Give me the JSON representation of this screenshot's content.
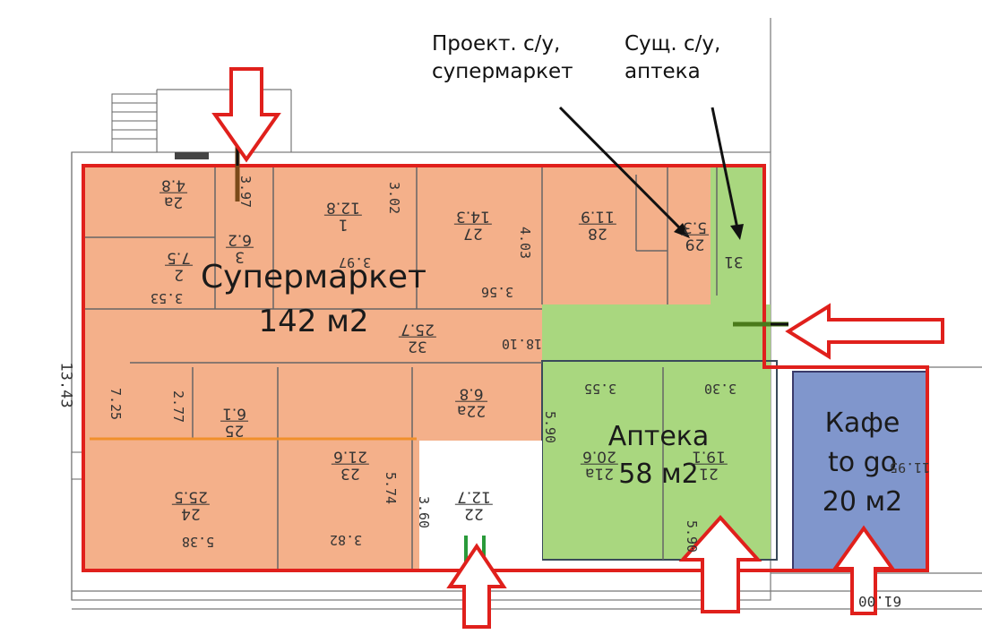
{
  "annotations": {
    "proposed_wc": "Проект. с/у,",
    "proposed_wc_line2": "супермаркет",
    "existing_wc": "Сущ. с/у,",
    "existing_wc_line2": "аптека"
  },
  "zones": {
    "supermarket": {
      "name": "Супермаркет",
      "area": "142 м2",
      "fill": "#f4b08a",
      "border": "#e0201c"
    },
    "pharmacy": {
      "name": "Аптека",
      "area": "58 м2",
      "fill": "#a9d77f",
      "border": "#3a4a5a"
    },
    "cafe": {
      "name": "Кафе",
      "name2": "to go",
      "area": "20 м2",
      "fill": "#8096cc",
      "border": "#c0201c"
    }
  },
  "rooms": [
    {
      "num": "2а",
      "area": "4.8"
    },
    {
      "num": "3",
      "area": "6.2"
    },
    {
      "num": "1",
      "area": "12.8"
    },
    {
      "num": "27",
      "area": "14.3"
    },
    {
      "num": "28",
      "area": "11.9"
    },
    {
      "num": "29",
      "area": "5.3"
    },
    {
      "num": "31",
      "area": ""
    },
    {
      "num": "2",
      "area": "7.5"
    },
    {
      "num": "32",
      "area": "25.7"
    },
    {
      "num": "25",
      "area": "6.1"
    },
    {
      "num": "22а",
      "area": "6.8"
    },
    {
      "num": "23",
      "area": "21.6"
    },
    {
      "num": "24",
      "area": "25.5"
    },
    {
      "num": "22",
      "area": "12.7"
    },
    {
      "num": "21а",
      "area": "20.6"
    },
    {
      "num": "21",
      "area": "19.1"
    }
  ],
  "dimensions": {
    "d_3_97a": "3.97",
    "d_3_02": "3.02",
    "d_4_03": "4.03",
    "d_3_97b": "3.97",
    "d_3_56a": "3.56",
    "d_3_53": "3.53",
    "d_18_10": "18.10",
    "d_13_43": "13.43",
    "d_7_25": "7.25",
    "d_2_77": "2.77",
    "d_3_55": "3.55",
    "d_3_30": "3.30",
    "d_5_90a": "5.90",
    "d_5_90b": "5.90",
    "d_5_74": "5.74",
    "d_3_60": "3.60",
    "d_5_38": "5.38",
    "d_3_82": "3.82",
    "d_11_95": "11.95",
    "d_61_00": "61.00"
  },
  "colors": {
    "arrow": "#e0201c",
    "wall": "#555555",
    "door_mark": "#7a4a1a",
    "door_mark_green": "#4a7a1a"
  }
}
